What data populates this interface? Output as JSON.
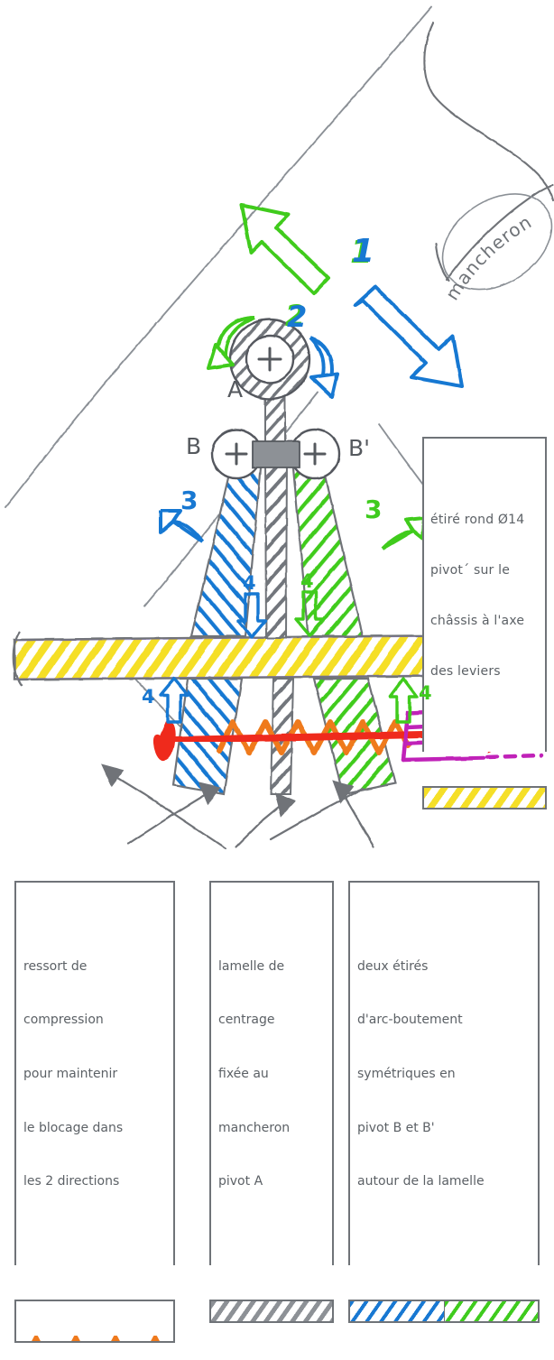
{
  "document": {
    "kind": "hand-drawn-technical-sketch",
    "language": "fr",
    "title": "mecanisme de blocage a arc-boutement",
    "background": "#ffffff"
  },
  "colors": {
    "pencil": "#6f7378",
    "pencil_dark": "#55595e",
    "blue": "#1878d2",
    "green": "#3fcb1e",
    "yellow": "#f5df28",
    "orange": "#ef7a1d",
    "red": "#ef2b1d",
    "magenta": "#c020b8",
    "ink": "#5c6166"
  },
  "labels": {
    "mancheron": "mancheron",
    "pivot_a": "A",
    "pivot_b": "B",
    "pivot_b_prime": "B'",
    "step_1": "1",
    "step_2": "2",
    "step_3_left": "3",
    "step_3_right": "3",
    "step_4_left_upper": "4",
    "step_4_right_upper": "4",
    "step_4_left_lower": "4",
    "step_4_right_lower": "4"
  },
  "callouts": [
    {
      "id": "etire-rond",
      "lines": [
        "étiré rond Ø14",
        "pivot´ sur le",
        "châssis à l'axe",
        "des leviers"
      ],
      "swatch": "yellow-hatch"
    },
    {
      "id": "ressort",
      "lines": [
        "ressort de",
        "compression",
        "pour maintenir",
        "le blocage dans",
        "les 2 directions"
      ],
      "swatch": "orange-zigzag"
    },
    {
      "id": "lamelle",
      "lines": [
        "lamelle de",
        "centrage",
        "fixée au",
        "mancheron",
        "pivot A"
      ],
      "swatch": "grey-hatch"
    },
    {
      "id": "deux-etires",
      "lines": [
        "deux étirés",
        "d'arc-boutement",
        "symétriques en",
        "pivot B et B'",
        "autour de la lamelle"
      ],
      "swatch": "blue-green-hatch"
    }
  ]
}
